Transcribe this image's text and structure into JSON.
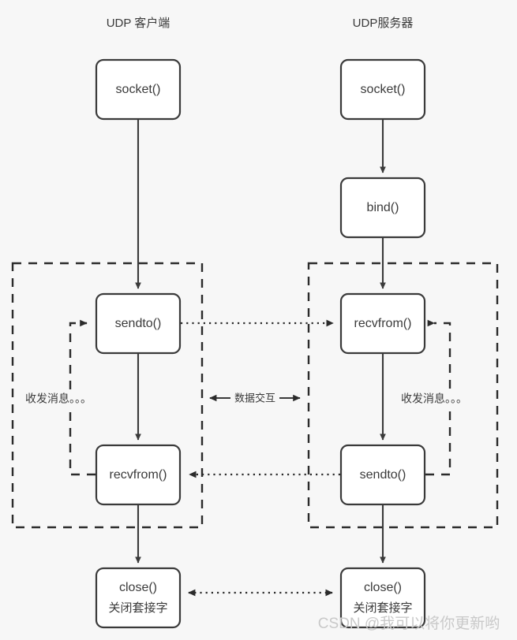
{
  "diagram": {
    "title_client": "UDP 客户端",
    "title_server": "UDP服务器",
    "columns": [
      {
        "id": "client",
        "title": "UDP 客户端",
        "nodes": [
          {
            "id": "client-socket",
            "label": "socket()",
            "sublabel": ""
          },
          {
            "id": "client-sendto",
            "label": "sendto()",
            "sublabel": ""
          },
          {
            "id": "client-recvfrom",
            "label": "recvfrom()",
            "sublabel": ""
          },
          {
            "id": "client-close",
            "label": "close()",
            "sublabel": "关闭套接字"
          }
        ],
        "loop_label": "收发消息。。。"
      },
      {
        "id": "server",
        "title": "UDP服务器",
        "nodes": [
          {
            "id": "server-socket",
            "label": "socket()",
            "sublabel": ""
          },
          {
            "id": "server-bind",
            "label": "bind()",
            "sublabel": ""
          },
          {
            "id": "server-recvfrom",
            "label": "recvfrom()",
            "sublabel": ""
          },
          {
            "id": "server-sendto",
            "label": "sendto()",
            "sublabel": ""
          },
          {
            "id": "server-close",
            "label": "close()",
            "sublabel": "关闭套接字"
          }
        ],
        "loop_label": "收发消息。。。"
      }
    ],
    "middle_label": "数据交互",
    "watermark": "CSDN @我可以将你更新哟",
    "colors": {
      "background": "#f7f7f7",
      "stroke": "#3a3a3a",
      "node_fill": "#ffffff",
      "watermark": "#c9c9c9"
    }
  }
}
